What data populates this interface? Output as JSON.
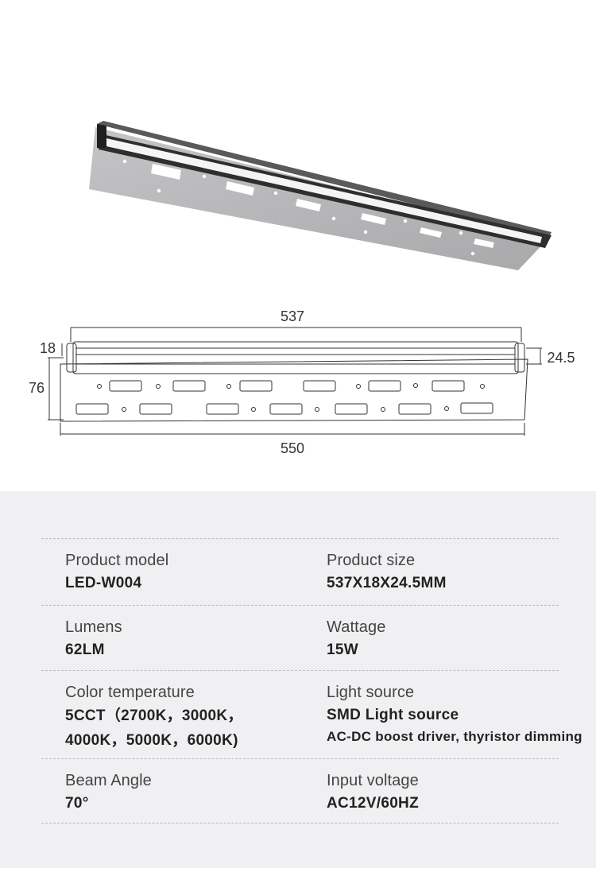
{
  "product_image": {
    "alt": "Linear LED wall washer light with angled aluminum mounting bracket",
    "colors": {
      "housing": "#4a4a4a",
      "diffuser": "#f4f4f4",
      "bracket": "#b9b9bb"
    }
  },
  "dimension_drawing": {
    "top_length": "537",
    "height_left": "18",
    "depth_right": "24.5",
    "bracket_height": "76",
    "bottom_length": "550"
  },
  "specs": {
    "rows": [
      {
        "left": {
          "label": "Product model",
          "value": "LED-W004"
        },
        "right": {
          "label": "Product size",
          "value": "537X18X24.5MM"
        }
      },
      {
        "left": {
          "label": "Lumens",
          "value": "62LM"
        },
        "right": {
          "label": "Wattage",
          "value": "15W"
        }
      },
      {
        "left": {
          "label": "Color temperature",
          "value_line1": "5CCT（2700K，3000K，",
          "value_line2": "4000K，5000K，6000K)"
        },
        "right": {
          "label": "Light source",
          "value": "SMD Light source",
          "extra": "AC-DC boost driver, thyristor dimming"
        }
      },
      {
        "left": {
          "label": "Beam Angle",
          "value": "70°"
        },
        "right": {
          "label": "Input voltage",
          "value": "AC12V/60HZ"
        }
      }
    ]
  },
  "colors": {
    "panel_bg": "#f0f0f2",
    "divider": "#bdbdbd",
    "text": "#222222"
  }
}
